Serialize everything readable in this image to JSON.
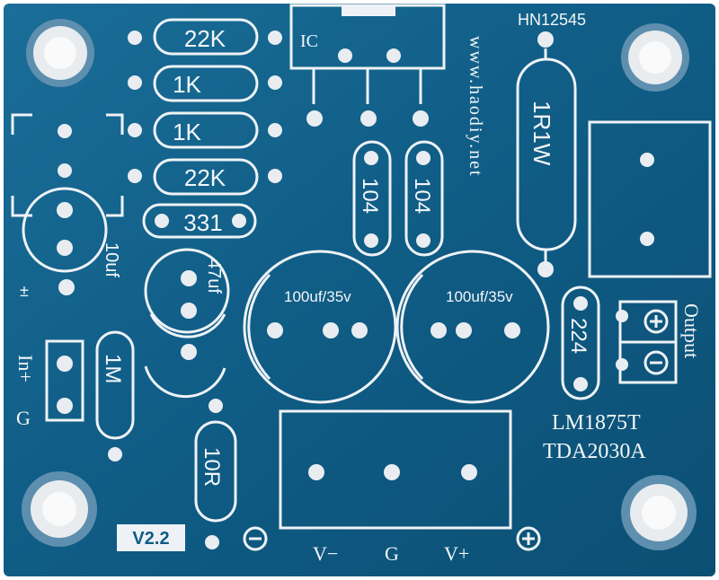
{
  "board": {
    "model_code": "HN12545",
    "url": "www.haodiy.net",
    "version": "V2.2",
    "chip_primary": "LM1875T",
    "chip_alt": "TDA2030A",
    "output_label": "Output",
    "input_label": "In+",
    "ground_label": "G",
    "ic_label": "IC",
    "colors": {
      "board": "#0f5c85",
      "silk": "#eef2f6",
      "pad": "#e9edf1"
    }
  },
  "components": {
    "r1": "22K",
    "r2": "1K",
    "r3": "1K",
    "r4": "22K",
    "c_331": "331",
    "cap_104_a": "104",
    "cap_104_b": "104",
    "r_1r1w": "1R1W",
    "cap_10uf": "10uf",
    "cap_47uf": "47uf",
    "cap_100uf_a": "100uf/35v",
    "cap_100uf_b": "100uf/35v",
    "cap_224": "224",
    "r_1m": "1M",
    "r_10r": "10R",
    "plus_minus": "±"
  },
  "power": {
    "v_minus": "V−",
    "g": "G",
    "v_plus": "V+"
  }
}
